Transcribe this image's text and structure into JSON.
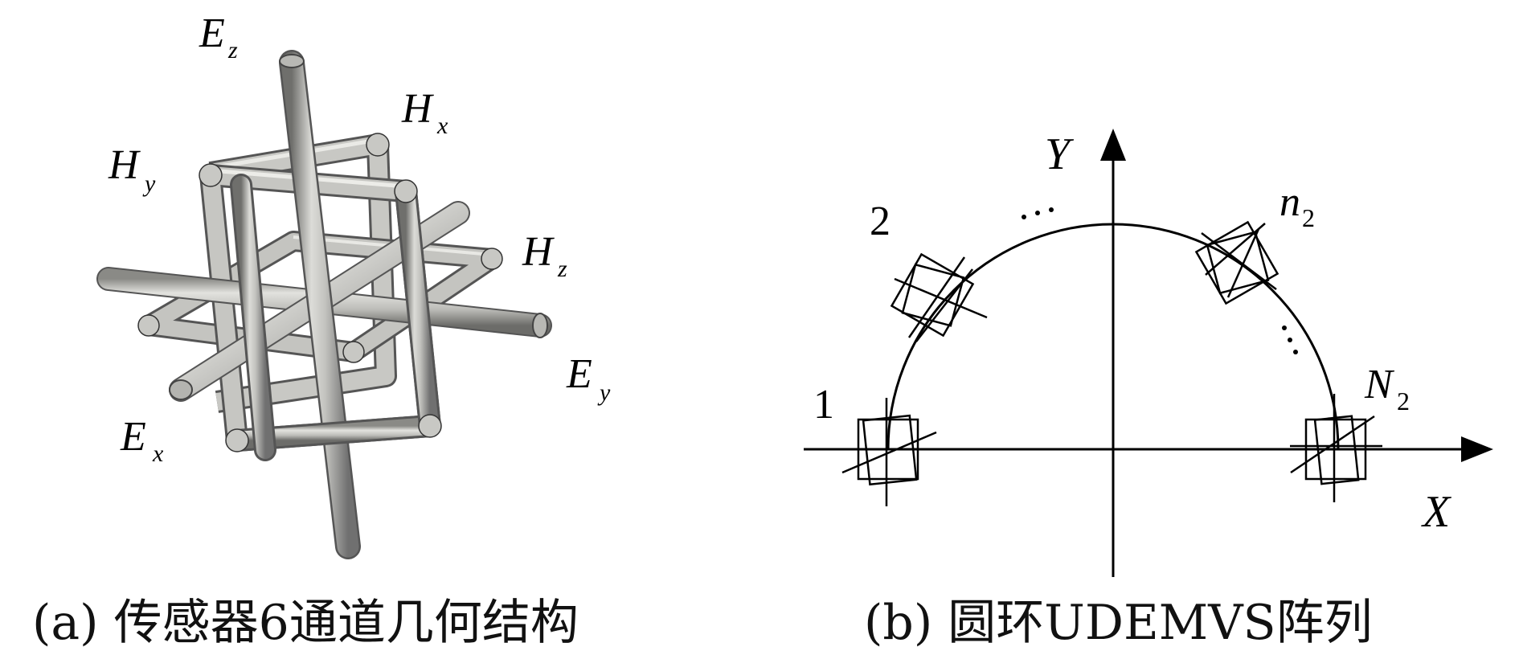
{
  "panel_a": {
    "caption": "(a) 传感器6通道几何结构",
    "labels": {
      "ez_main": "E",
      "ez_sub": "z",
      "hx_main": "H",
      "hx_sub": "x",
      "hy_main": "H",
      "hy_sub": "y",
      "hz_main": "H",
      "hz_sub": "z",
      "ey_main": "E",
      "ey_sub": "y",
      "ex_main": "E",
      "ex_sub": "x"
    }
  },
  "panel_b": {
    "caption": "(b) 圆环UDEMVS阵列",
    "axis_x": "X",
    "axis_y": "Y",
    "node_1": "1",
    "node_2": "2",
    "node_n2_main": "n",
    "node_n2_sub": "2",
    "node_N2_main": "N",
    "node_N2_sub": "2",
    "ellipsis": "···"
  },
  "colors": {
    "tube_light": "#d8d8d4",
    "tube_mid": "#aeaeaa",
    "tube_dark": "#6f6f6c",
    "ink": "#000000"
  }
}
